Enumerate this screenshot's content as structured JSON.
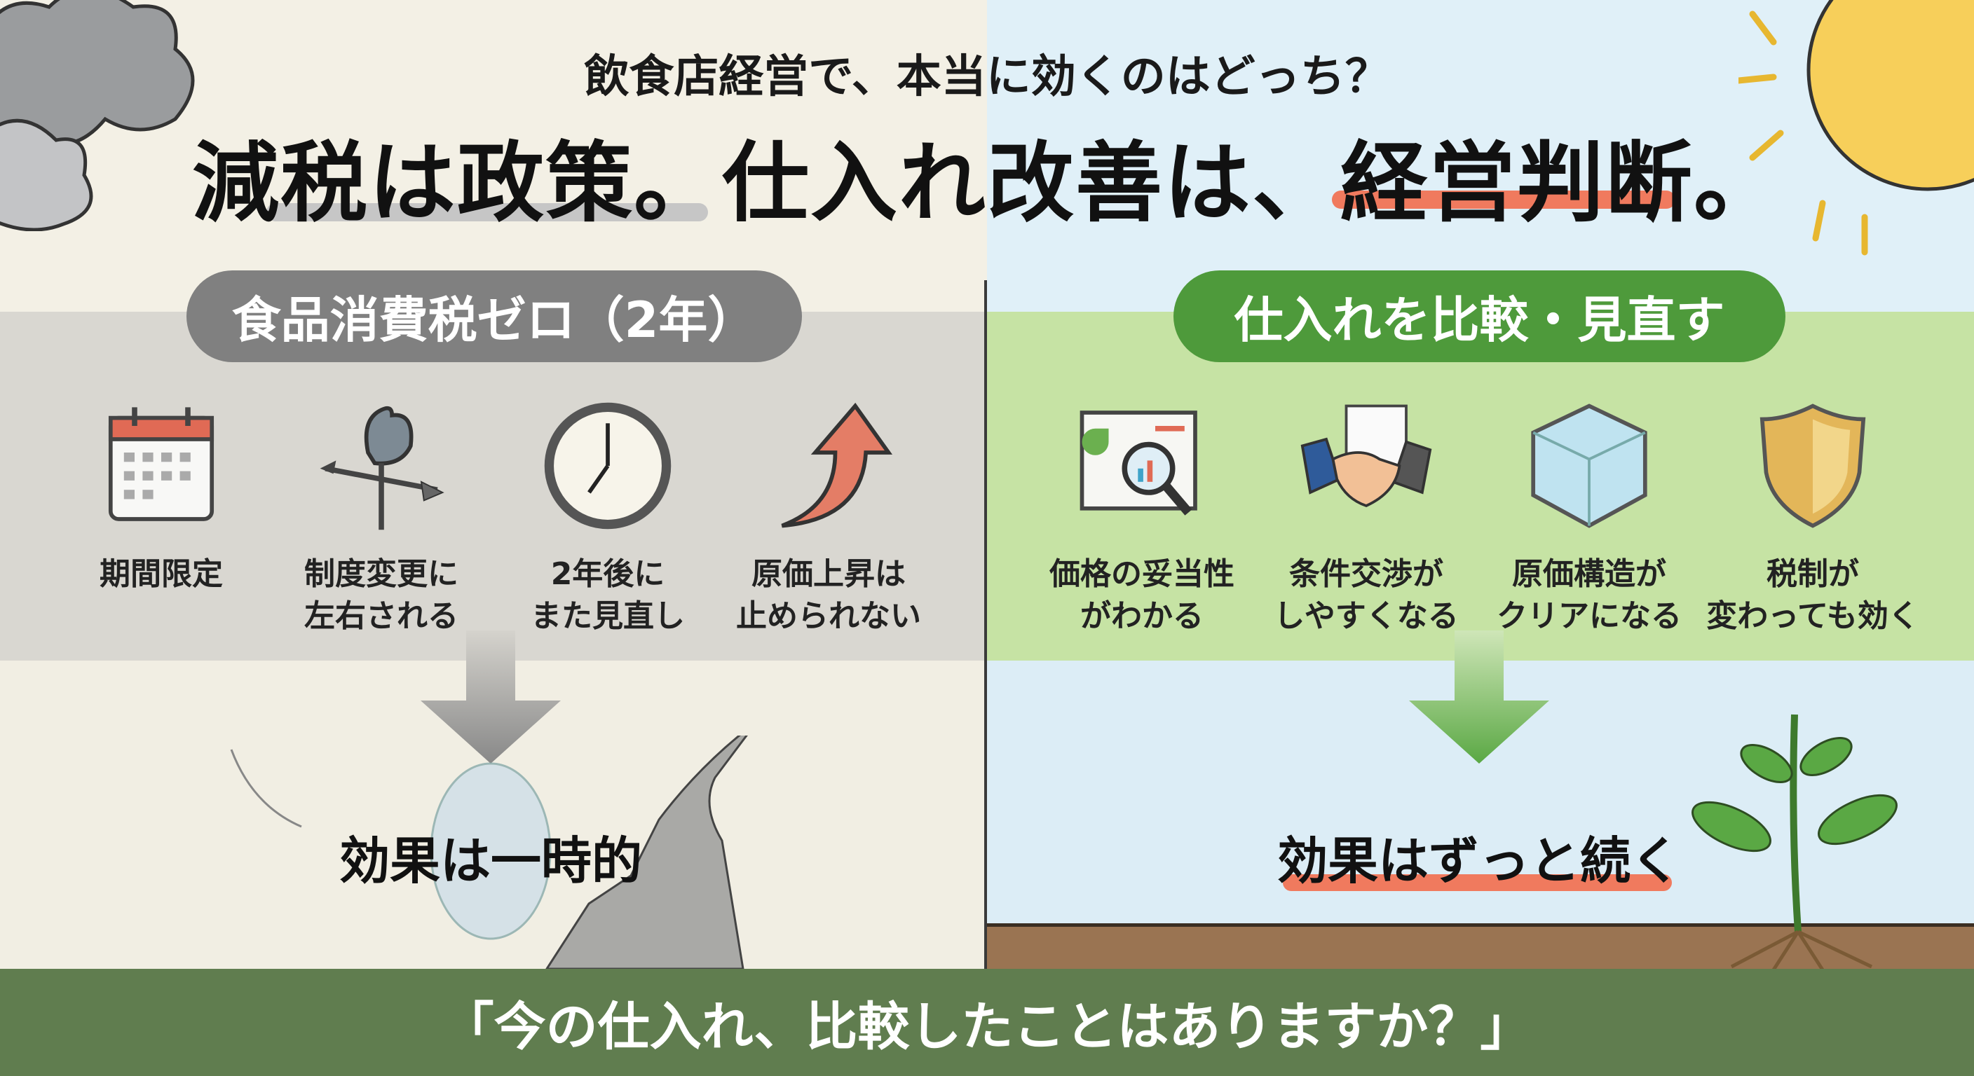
{
  "header": {
    "subtitle": "飲食店経営で、本当に効くのはどっち？",
    "headline": "減税は政策。仕入れ改善は、経営判断。"
  },
  "left": {
    "pill": "食品消費税ゼロ（2年）",
    "items": [
      {
        "icon": "calendar-icon",
        "line1": "期間限定",
        "line2": ""
      },
      {
        "icon": "weathervane-icon",
        "line1": "制度変更に",
        "line2": "左右される"
      },
      {
        "icon": "clock-icon",
        "line1": "2年後に",
        "line2": "また見直し"
      },
      {
        "icon": "rising-arrow-icon",
        "line1": "原価上昇は",
        "line2": "止められない"
      }
    ],
    "effect": "効果は一時的"
  },
  "right": {
    "pill": "仕入れを比較・見直す",
    "items": [
      {
        "icon": "report-magnifier-icon",
        "line1": "価格の妥当性",
        "line2": "がわかる"
      },
      {
        "icon": "handshake-icon",
        "line1": "条件交渉が",
        "line2": "しやすくなる"
      },
      {
        "icon": "glass-cube-icon",
        "line1": "原価構造が",
        "line2": "クリアになる"
      },
      {
        "icon": "shield-icon",
        "line1": "税制が",
        "line2": "変わっても効く"
      }
    ],
    "effect": "効果はずっと続く"
  },
  "footer": {
    "question": "「今の仕入れ、比較したことはありますか？」"
  },
  "colors": {
    "gray_pill": "#808080",
    "green_pill": "#4e9a3b",
    "accent_underline": "#f07a5e",
    "footer": "#607d4f"
  }
}
